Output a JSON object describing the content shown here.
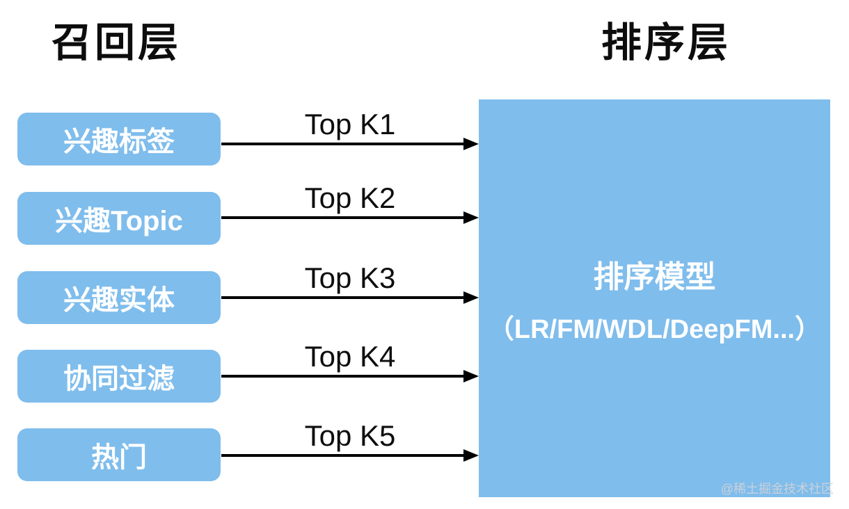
{
  "titles": {
    "recall": "召回层",
    "ranking": "排序层"
  },
  "recall_boxes": [
    {
      "label": "兴趣标签",
      "arrow_label": "Top K1"
    },
    {
      "label": "兴趣Topic",
      "arrow_label": "Top K2"
    },
    {
      "label": "兴趣实体",
      "arrow_label": "Top K3"
    },
    {
      "label": "协同过滤",
      "arrow_label": "Top K4"
    },
    {
      "label": "热门",
      "arrow_label": "Top K5"
    }
  ],
  "ranking_box": {
    "title": "排序模型",
    "subtitle": "（LR/FM/WDL/DeepFM...）"
  },
  "watermark": "@稀土掘金技术社区",
  "colors": {
    "box_blue": "#7FBDEC",
    "arrow_black": "#000000",
    "box_text_white": "#FFFFFF",
    "title_black": "#0D0D0D",
    "watermark_gray": "#CCD1D9"
  }
}
